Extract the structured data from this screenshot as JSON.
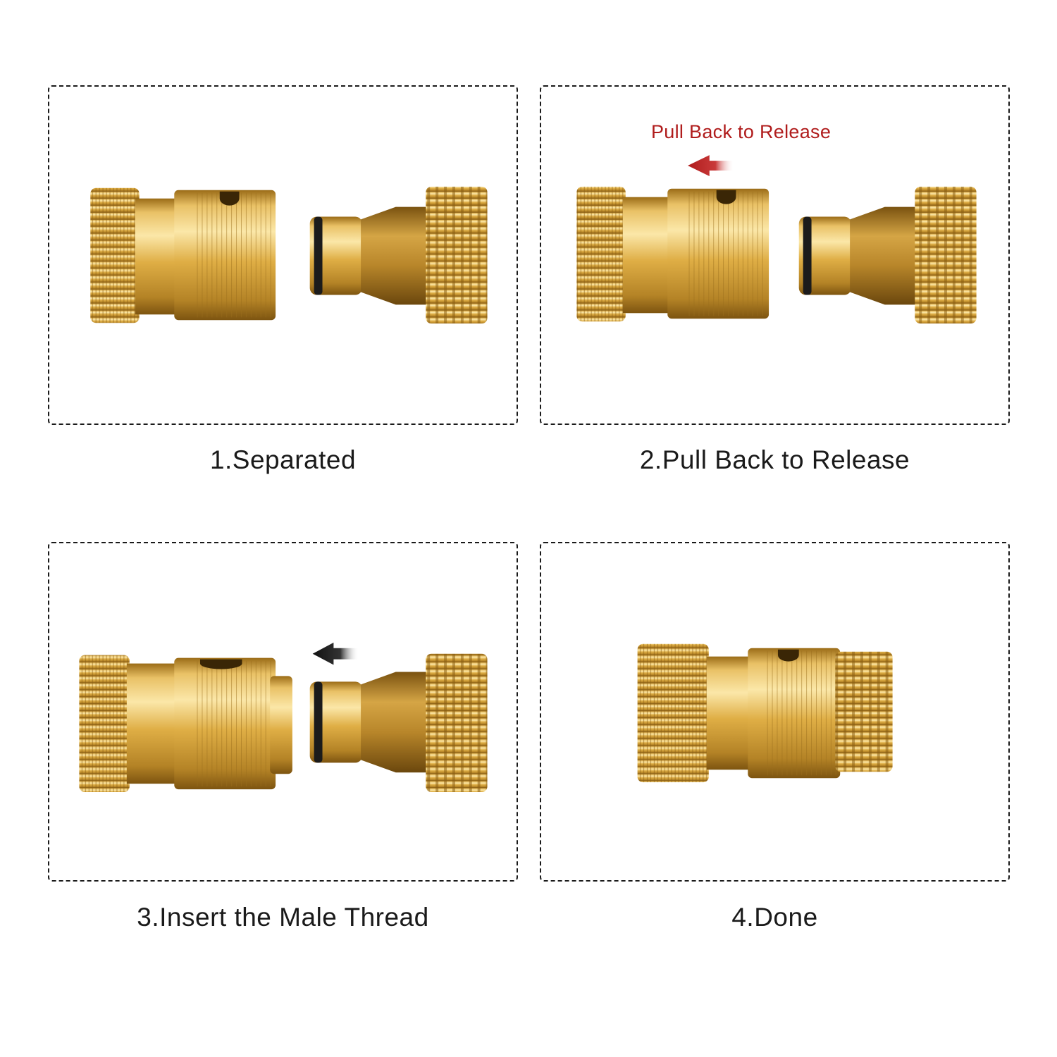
{
  "colors": {
    "brass_light": "#f4d483",
    "brass_mid": "#d9a93e",
    "brass_dark": "#8a5f13",
    "o_ring": "#1b1b1b",
    "release_arrow_red": "#b01c1c",
    "insert_arrow_black": "#111111",
    "border": "#1a1a1a"
  },
  "panels": [
    {
      "caption": "1.Separated",
      "state": "separated"
    },
    {
      "caption": "2.Pull Back to Release",
      "state": "sleeve-pulled",
      "annotation": "Pull Back to Release",
      "arrow": "arrow-left-icon"
    },
    {
      "caption": "3.Insert the Male Thread",
      "state": "inserting",
      "arrow": "arrow-left-icon"
    },
    {
      "caption": "4.Done",
      "state": "connected"
    }
  ]
}
